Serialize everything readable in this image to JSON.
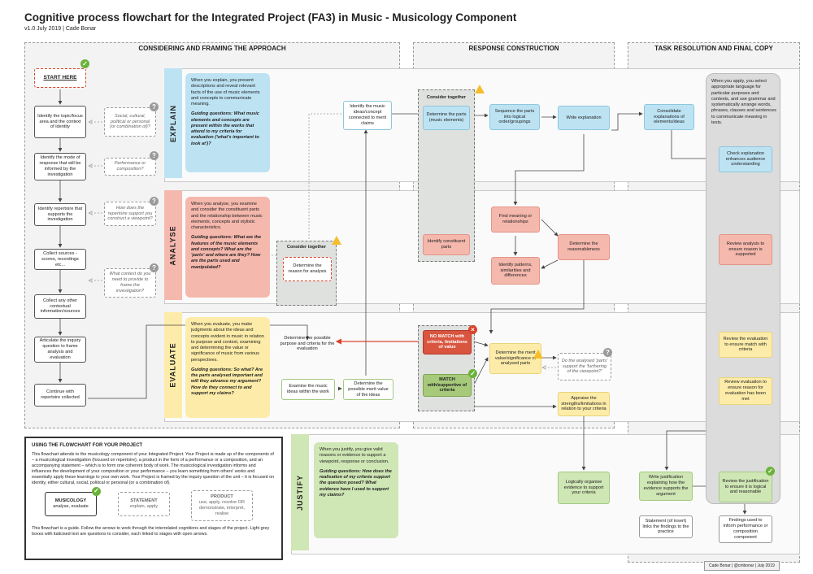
{
  "title": "Cognitive process flowchart for the Integrated Project (FA3) in Music - Musicology Component",
  "subtitle": "v1.0 July 2019 | Cade Bonar",
  "zones": {
    "approach": "CONSIDERING AND FRAMING THE APPROACH",
    "construction": "RESPONSE CONSTRUCTION",
    "resolution": "TASK RESOLUTION AND FINAL COPY"
  },
  "stages": {
    "explain": "EXPLAIN",
    "analyse": "ANALYSE",
    "evaluate": "EVALUATE",
    "justify": "JUSTIFY"
  },
  "left_column": [
    "START HERE",
    "Identify the topic/focus area and the context of identity",
    "Identify the mode of response that will be informed by the investigation",
    "Identify repertoire that supports the investigation",
    "Collect sources - scores, recordings etc...",
    "Collect any other contextual information/sources",
    "Articulate the inquiry question to frame analysis and evaluation",
    "Continue with repertoire collected"
  ],
  "left_questions": [
    "Social, cultural, political or personal (or combination of)?",
    "Performance or composition?",
    "How does the repertoire support you construct a viewpoint?",
    "What context do you need to provide to frame the investigation?"
  ],
  "descriptions": {
    "explain": {
      "text": "When you explain, you present descriptions and reveal relevant facts of the use of music elements and concepts to communicate meaning.",
      "gq": "Guiding questions: What music elements and concepts are present within the works that attend to my criteria for evaluation ('what's important to look at')?"
    },
    "analyse": {
      "text": "When you analyse, you examine and consider the constituent parts and the relationship between music elements, concepts and stylistic characteristics.",
      "gq": "Guiding questions: What are the features of the music elements and concepts? What are the 'parts' and where are they? How are the parts used and manipulated?"
    },
    "evaluate": {
      "text": "When you evaluate, you make judgments about the ideas and concepts evident in music in relation to purpose and context, examining and determining the value or significance of music from various perspectives.",
      "gq": "Guiding questions: So what? Are the parts analysed important and will they advance my argument? How do they connect to and support my claims?"
    },
    "justify": {
      "text": "When you justify, you give valid reasons or evidence to support a viewpoint, response or conclusion.",
      "gq": "Guiding questions: How does the realisation of my criteria support the question posed? What evidence have I used to support my claims?"
    },
    "apply": {
      "text": "When you apply, you select appropriate language for particular purposes and contexts, and use grammar and systematically arrange words, phrases, clauses and sentences to communicate meaning in texts."
    }
  },
  "consider_together": "Consider together",
  "mid_nodes": {
    "identify_ideas": "Identify the music ideas/concept connected to merit claims",
    "determine_reason": "Determine the reason for analysis",
    "determine_purpose": "Determine the possible purpose and criteria for the evaluation",
    "examine_ideas": "Examine the music ideas within the work",
    "determine_merit_value": "Determine the possible merit value of the ideas"
  },
  "construction_nodes": {
    "determine_parts": "Determine the parts (music elements)",
    "identify_constituent": "Identify constituent parts",
    "sequence_parts": "Sequence the parts into logical order/groupings",
    "write_explanation": "Write explanation",
    "find_meaning": "Find meaning or relationships",
    "identify_patterns": "Identify patterns, similarities and differences",
    "determine_reasonableness": "Determine the reasonableness",
    "no_match": "NO MATCH with criteria, limitations of value",
    "match": "MATCH with/supportive of criteria",
    "determine_merit": "Determine the merit value/significance of analysed parts",
    "merit_question": "Do the analysed 'parts' support the 'furthering of the viewpoint?'",
    "appraise": "Appraise the strengths/limitations in relation to your criteria",
    "logically_organise": "Logically organise evidence to support your criteria"
  },
  "resolution_nodes": {
    "consolidate": "Consolidate explanations of elements/ideas",
    "check_explanation": "Check explanation enhances audience understanding",
    "review_analysis": "Review analysis to ensure reason is supported",
    "review_evaluation_match": "Review the evaluation to ensure match with criteria",
    "review_evaluation_reason": "Review evaluation to ensure reason for evaluation has been met",
    "write_justification": "Write justification explaining how the evidence supports the argument",
    "review_justification": "Review the justification to ensure it is logical and reasonable",
    "statement": "Statement (of insert) links the findings to the practice",
    "findings": "Findings used to inform performance or composition component"
  },
  "using": {
    "heading": "USING THE FLOWCHART FOR YOUR PROJECT",
    "para1": "This flowchart attends to the musicology component of your Integrated Project. Your Project is made up of the components of – a musicological investigation (focused on repertoire), a product in the form of a performance or a composition, and an accompanying statement – which is to form one coherent body of work. The musicological investigation informs and influences the development of your composition or your performance – you learn something from others' works and essentially apply these learnings to your own work. Your Project is framed by the inquiry question of the unit – it is focused on identity, either cultural, social, political or personal (or a combination of).",
    "musicology_title": "MUSICOLOGY",
    "musicology_sub": "analyse, evaluate",
    "statement_title": "STATEMENT",
    "statement_sub": "explain, apply",
    "product_title": "PRODUCT",
    "product_sub": "use, apply, resolve OR demonstrate, interpret, realise",
    "para2": "This flowchart is a guide. Follow the arrows to work through the interrelated cognitions and stages of the project. Light grey boxes with italicised text are questions to consider, each linked to stages with open arrows."
  },
  "credit": "Cade Bonar | @cmbonar | July 2019",
  "colors": {
    "blue": "#bde3f3",
    "red": "#f5b8ad",
    "yellow": "#fdeca9",
    "green": "#cfe6b5",
    "dark_red": "#d9553f",
    "dark_green": "#a6c97a",
    "accent_red": "#d9432c"
  }
}
